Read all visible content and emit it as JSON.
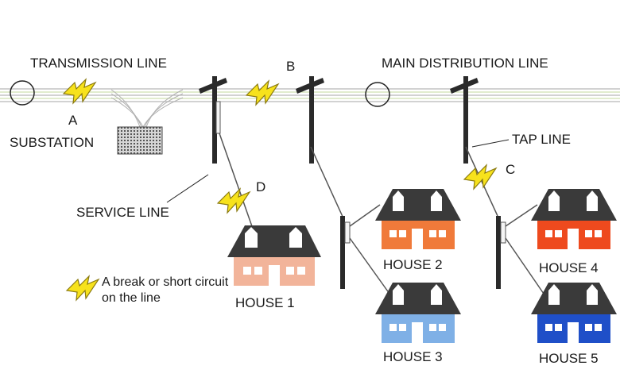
{
  "labels": {
    "transmission_line": "TRANSMISSION LINE",
    "main_distribution_line": "MAIN DISTRIBUTION LINE",
    "substation": "SUBSTATION",
    "tap_line": "TAP LINE",
    "service_line": "SERVICE LINE"
  },
  "fault_markers": {
    "a": "A",
    "b": "B",
    "c": "C",
    "d": "D"
  },
  "houses": [
    {
      "name": "HOUSE 1",
      "color": "#f2b49a"
    },
    {
      "name": "HOUSE 2",
      "color": "#f07a3a"
    },
    {
      "name": "HOUSE 3",
      "color": "#7fb0e6"
    },
    {
      "name": "HOUSE 4",
      "color": "#ee4a1e"
    },
    {
      "name": "HOUSE 5",
      "color": "#1f4fc8"
    }
  ],
  "legend": {
    "text": "A break or short circuit on the line",
    "icon": "lightning-bolt-icon"
  },
  "colors": {
    "bolt": "#f7e21c",
    "roof": "#3a3a3a",
    "pole": "#2a2a2a",
    "wire": "#a8a8a8"
  }
}
